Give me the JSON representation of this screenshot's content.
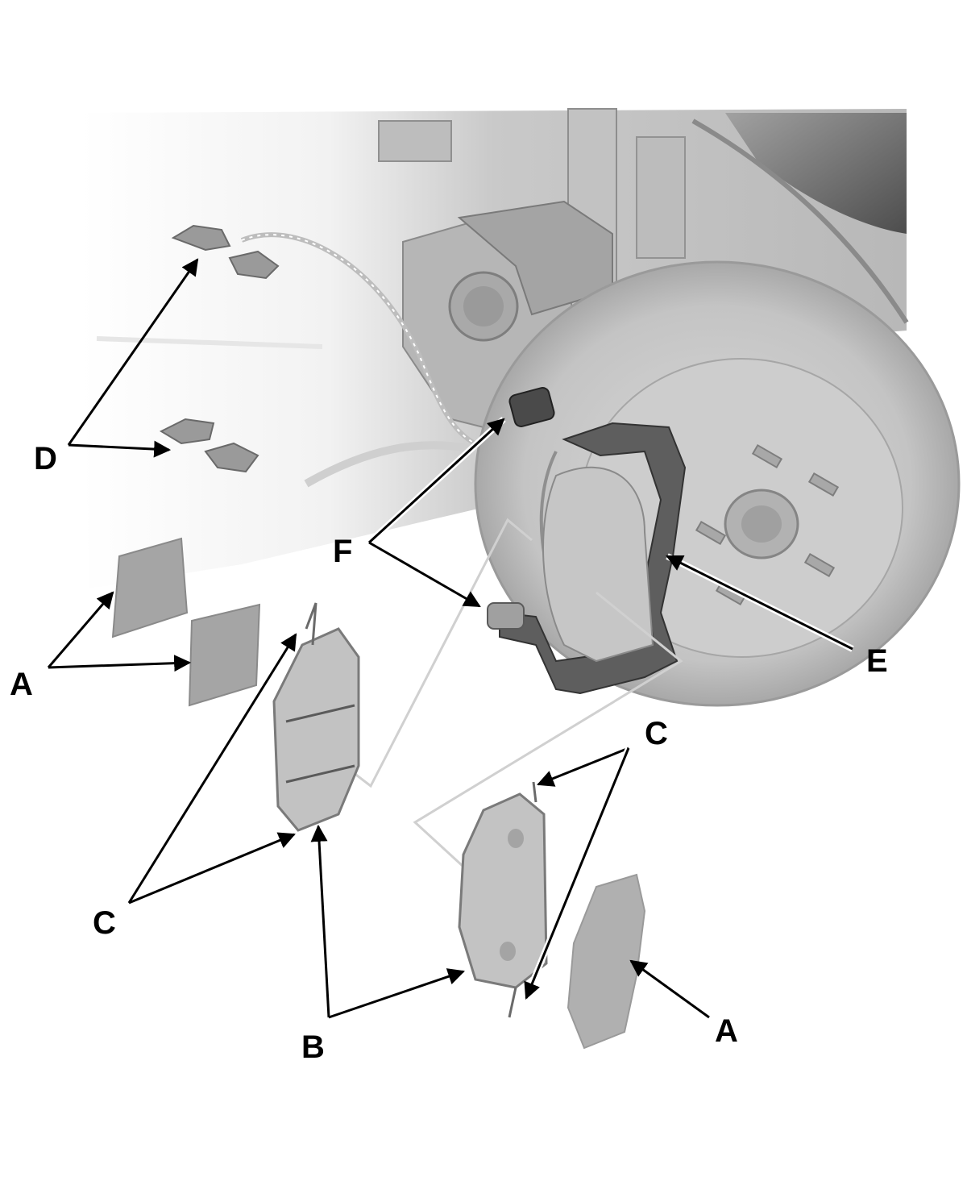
{
  "callouts": {
    "D": "D",
    "F": "F",
    "A_upper": "A",
    "E": "E",
    "C_right": "C",
    "C_left": "C",
    "A_lower": "A",
    "B": "B"
  },
  "colors": {
    "background": "#ffffff",
    "part_gray": "#b4b4b4",
    "dark_part": "#5a5a5a",
    "leader": "#000000"
  }
}
